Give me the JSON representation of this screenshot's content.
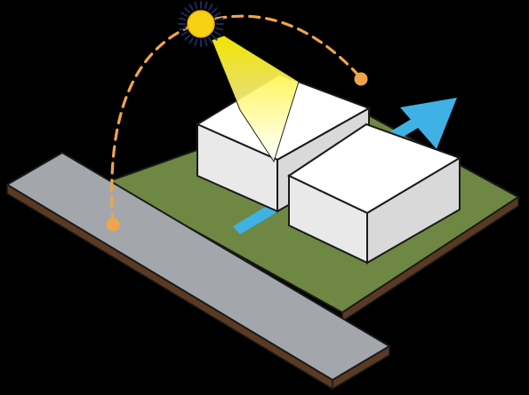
{
  "diagram": {
    "subject": "site-orientation-isometric",
    "elements": [
      "sun",
      "sun-path-arc",
      "sun-ray-beam",
      "road",
      "green-site",
      "building-left",
      "building-right",
      "wind-arrow"
    ]
  },
  "colors": {
    "background": "#000000",
    "outline": "#1a1a1a",
    "grass": "#6e8743",
    "soil": "#5a3a22",
    "road": "#a3a7ab",
    "building_top": "#ffffff",
    "building_left_face": "#e9e9e9",
    "building_right_face": "#d9d9d9",
    "sun": "#f7d114",
    "sun_path": "#f0a44b",
    "wind_arrow": "#3fb1e5",
    "beam_start": "#fff200",
    "beam_end": "#ffffff"
  },
  "icons": {
    "sun": "sun-icon",
    "wind": "arrow-icon"
  }
}
